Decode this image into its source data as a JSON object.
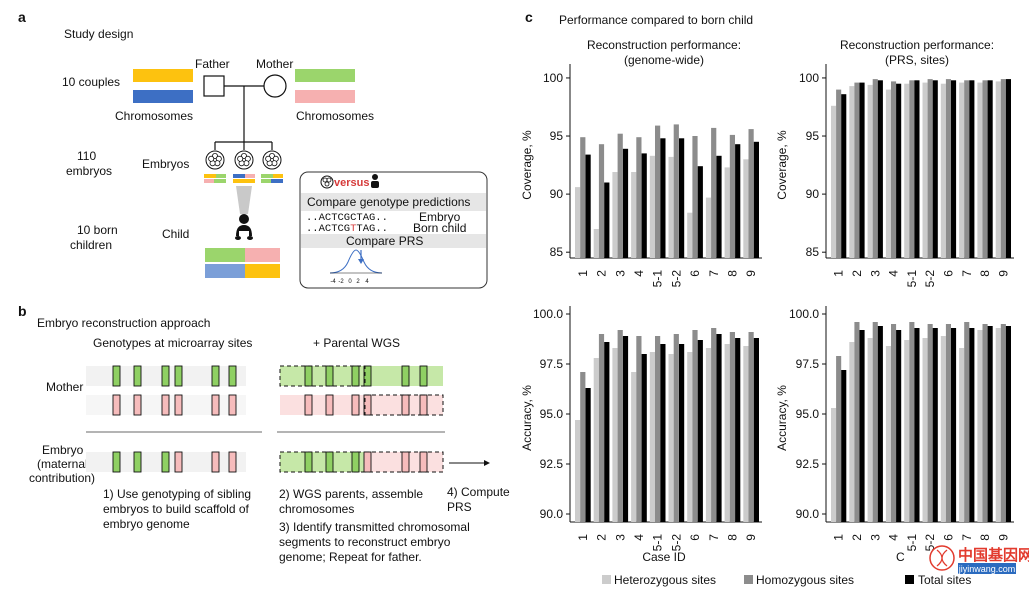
{
  "panel_a": {
    "letter": "a",
    "title": "Study design",
    "couples": "10 couples",
    "chromosomes_left": "Chromosomes",
    "chromosomes_right": "Chromosomes",
    "father": "Father",
    "mother": "Mother",
    "embryos_count_1": "110",
    "embryos_count_2": "embryos",
    "embryos": "Embryos",
    "born_1": "10 born",
    "born_2": "children",
    "child": "Child",
    "versus": "versus",
    "compare_genotype": "Compare genotype predictions",
    "seq_1": "..ACTCGCTAG..",
    "seq_2a": "..ACTCG",
    "seq_2b": "T",
    "seq_2c": "TAG..",
    "seq_label_1": "Embryo",
    "seq_label_2": "Born child",
    "compare_prs": "Compare PRS",
    "prs_ticks": [
      "-4",
      "-2",
      "0",
      "2",
      "4"
    ],
    "colors": {
      "yellow": "#fdc20f",
      "blue": "#3d6fc4",
      "green": "#9bd56c",
      "pink": "#f6b0b0",
      "red": "#d63a3a"
    }
  },
  "panel_b": {
    "letter": "b",
    "title": "Embryo reconstruction approach",
    "left_header": "Genotypes at microarray sites",
    "right_header": "+ Parental WGS",
    "mother": "Mother",
    "embryo_1": "Embryo",
    "embryo_2": "(maternal",
    "embryo_3": "contribution)",
    "step1_1": "1) Use genotyping of sibling",
    "step1_2": "embryos to build scaffold of",
    "step1_3": "embryo genome",
    "step2_1": "2) WGS parents, assemble",
    "step2_2": "chromosomes",
    "step3_1": "3) Identify transmitted chromosomal",
    "step3_2": "segments to reconstruct embryo",
    "step3_3": "genome; Repeat for father.",
    "step4_1": "4) Compute",
    "step4_2": "PRS"
  },
  "panel_c": {
    "letter": "c",
    "title": "Performance compared to born child",
    "col_left_1": "Reconstruction performance:",
    "col_left_2": "(genome-wide)",
    "col_right_1": "Reconstruction performance:",
    "col_right_2": "(PRS, sites)",
    "xlabel": "Case ID",
    "legend": [
      "Heterozygous sites",
      "Homozygous sites",
      "Total sites"
    ]
  },
  "watermark": {
    "cn": "中国基因网",
    "url": "jiyinwang.com"
  },
  "chart_data": [
    {
      "type": "bar",
      "title": "Reconstruction performance: (genome-wide)",
      "ylabel": "Coverage, %",
      "ylim": [
        84.5,
        101.2
      ],
      "yticks": [
        85,
        90,
        95,
        100
      ],
      "categories": [
        "1",
        "2",
        "3",
        "4",
        "5-1",
        "5-2",
        "6",
        "7",
        "8",
        "9"
      ],
      "series": [
        {
          "name": "Heterozygous sites",
          "color": "#cccccc",
          "values": [
            90.6,
            87.0,
            91.9,
            91.9,
            93.3,
            93.2,
            88.4,
            89.7,
            92.3,
            93.0
          ]
        },
        {
          "name": "Homozygous sites",
          "color": "#8c8c8c",
          "values": [
            94.9,
            94.3,
            95.2,
            94.9,
            95.9,
            96.0,
            95.0,
            95.7,
            95.1,
            95.6
          ]
        },
        {
          "name": "Total sites",
          "color": "#000000",
          "values": [
            93.4,
            91.0,
            93.9,
            93.5,
            94.8,
            94.8,
            92.4,
            93.3,
            94.3,
            94.5
          ]
        }
      ]
    },
    {
      "type": "bar",
      "title": "Reconstruction performance: (PRS, sites)",
      "ylabel": "Coverage, %",
      "ylim": [
        84.5,
        101.2
      ],
      "yticks": [
        85,
        90,
        95,
        100
      ],
      "categories": [
        "1",
        "2",
        "3",
        "4",
        "5-1",
        "5-2",
        "6",
        "7",
        "8",
        "9"
      ],
      "series": [
        {
          "name": "Heterozygous sites",
          "color": "#cccccc",
          "values": [
            97.6,
            99.3,
            99.4,
            99.0,
            99.5,
            99.6,
            99.5,
            99.6,
            99.6,
            99.7
          ]
        },
        {
          "name": "Homozygous sites",
          "color": "#8c8c8c",
          "values": [
            99.0,
            99.6,
            99.9,
            99.7,
            99.8,
            99.9,
            99.9,
            99.8,
            99.8,
            99.9
          ]
        },
        {
          "name": "Total sites",
          "color": "#000000",
          "values": [
            98.6,
            99.6,
            99.8,
            99.5,
            99.8,
            99.8,
            99.8,
            99.8,
            99.8,
            99.9
          ]
        }
      ]
    },
    {
      "type": "bar",
      "title": "",
      "ylabel": "Accuracy, %",
      "ylim": [
        89.6,
        100.4
      ],
      "yticks": [
        90.0,
        92.5,
        95.0,
        97.5,
        100.0
      ],
      "categories": [
        "1",
        "2",
        "3",
        "4",
        "5-1",
        "5-2",
        "6",
        "7",
        "8",
        "9"
      ],
      "series": [
        {
          "name": "Heterozygous sites",
          "color": "#cccccc",
          "values": [
            94.7,
            97.8,
            98.3,
            97.1,
            98.1,
            98.0,
            98.1,
            98.3,
            98.5,
            98.4
          ]
        },
        {
          "name": "Homozygous sites",
          "color": "#8c8c8c",
          "values": [
            97.1,
            99.0,
            99.2,
            98.9,
            98.9,
            99.0,
            99.2,
            99.3,
            99.1,
            99.1
          ]
        },
        {
          "name": "Total sites",
          "color": "#000000",
          "values": [
            96.3,
            98.6,
            98.9,
            98.0,
            98.5,
            98.5,
            98.7,
            99.0,
            98.8,
            98.8
          ]
        }
      ]
    },
    {
      "type": "bar",
      "title": "",
      "ylabel": "Accuracy, %",
      "ylim": [
        89.6,
        100.4
      ],
      "yticks": [
        90.0,
        92.5,
        95.0,
        97.5,
        100.0
      ],
      "categories": [
        "1",
        "2",
        "3",
        "4",
        "5-1",
        "5-2",
        "6",
        "7",
        "8",
        "9"
      ],
      "series": [
        {
          "name": "Heterozygous sites",
          "color": "#cccccc",
          "values": [
            95.3,
            98.6,
            98.8,
            98.4,
            98.7,
            98.8,
            98.9,
            98.3,
            99.2,
            99.3
          ]
        },
        {
          "name": "Homozygous sites",
          "color": "#8c8c8c",
          "values": [
            97.9,
            99.6,
            99.6,
            99.5,
            99.6,
            99.5,
            99.5,
            99.6,
            99.5,
            99.5
          ]
        },
        {
          "name": "Total sites",
          "color": "#000000",
          "values": [
            97.2,
            99.2,
            99.4,
            99.2,
            99.3,
            99.3,
            99.3,
            99.3,
            99.4,
            99.4
          ]
        }
      ]
    }
  ]
}
